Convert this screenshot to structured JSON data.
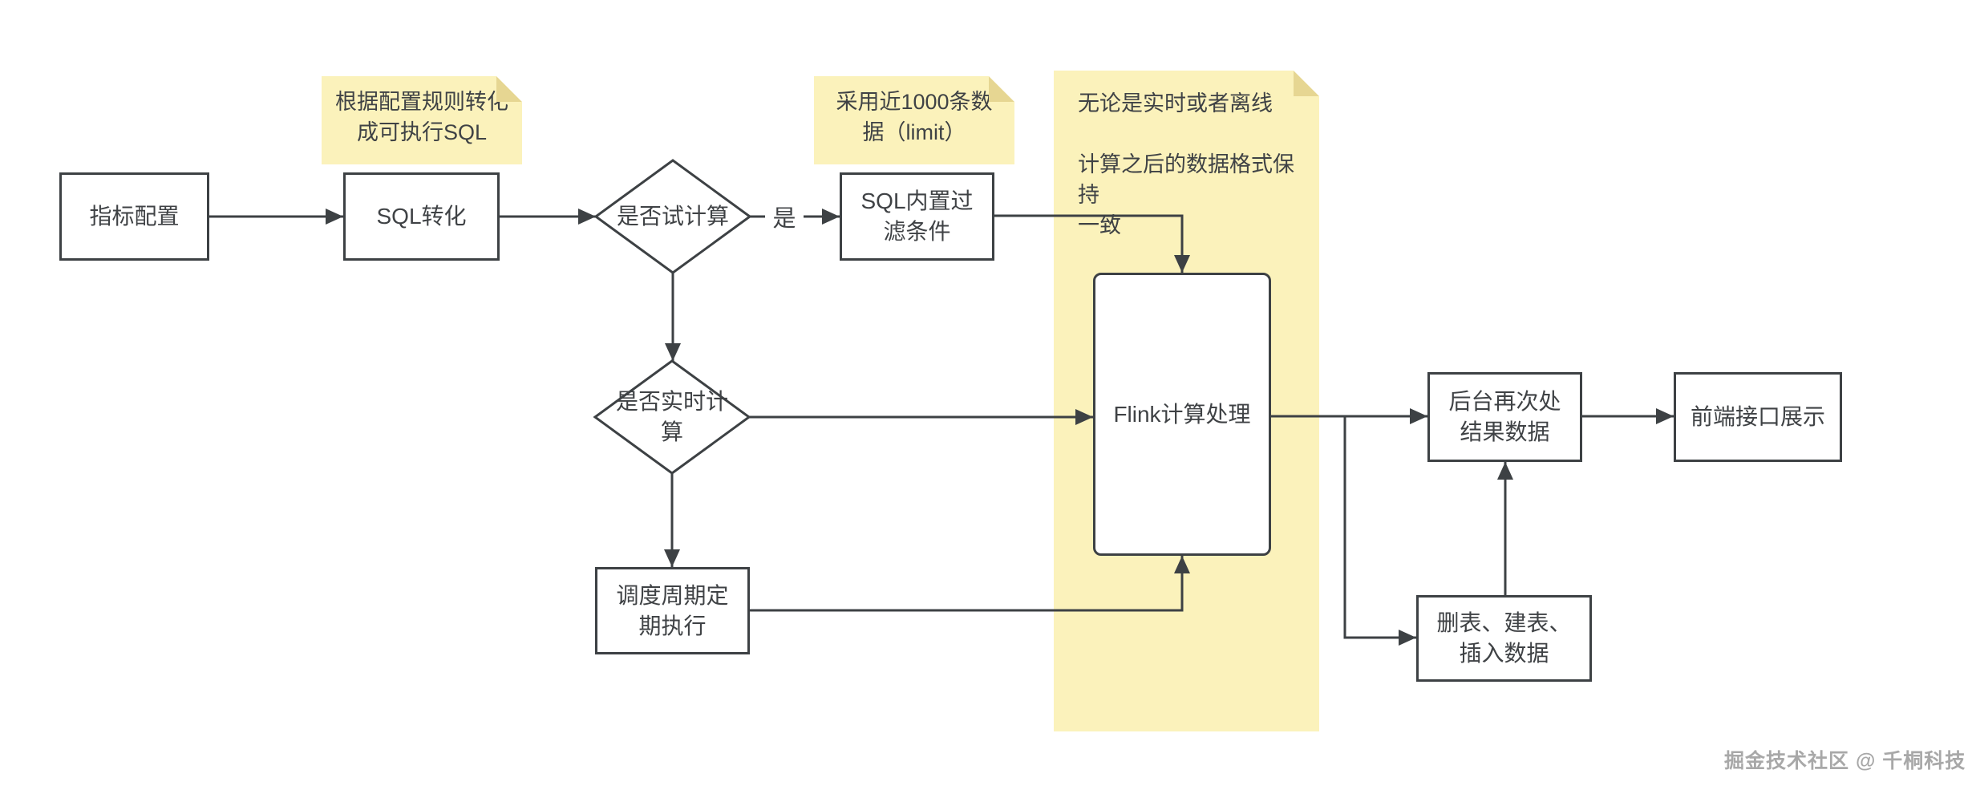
{
  "colors": {
    "line": "#3d4144",
    "text": "#3f4245",
    "box_bg": "#ffffff",
    "note_bg": "#fbf2bb",
    "note_fold": "#e6d692",
    "watermark": "#a8a8a8",
    "canvas_bg": "#ffffff"
  },
  "nodes": {
    "indicator_config": {
      "label": "指标配置"
    },
    "sql_convert": {
      "label": "SQL转化"
    },
    "trial_calc_decision": {
      "label": "是否试计算"
    },
    "sql_builtin_filter": {
      "label": [
        "SQL内置过",
        "滤条件"
      ]
    },
    "realtime_decision": {
      "label": [
        "是否实时计",
        "算"
      ]
    },
    "schedule_periodic": {
      "label": [
        "调度周期定",
        "期执行"
      ]
    },
    "flink_process": {
      "label": "Flink计算处理"
    },
    "backend_reprocess": {
      "label": [
        "后台再次处",
        "结果数据"
      ]
    },
    "frontend_display": {
      "label": "前端接口展示"
    },
    "table_operations": {
      "label": [
        "删表、建表、",
        "插入数据"
      ]
    }
  },
  "edge_labels": {
    "yes": "是"
  },
  "notes": {
    "note_rule": {
      "text": [
        "根据配置规则转化",
        "成可执行SQL"
      ]
    },
    "note_limit": {
      "text": [
        "采用近1000条数",
        "据（limit）"
      ]
    },
    "note_format": {
      "text": [
        "无论是实时或者离线",
        "",
        "计算之后的数据格式保持",
        "一致"
      ]
    }
  },
  "watermark": {
    "text": "掘金技术社区 @ 千桐科技"
  }
}
